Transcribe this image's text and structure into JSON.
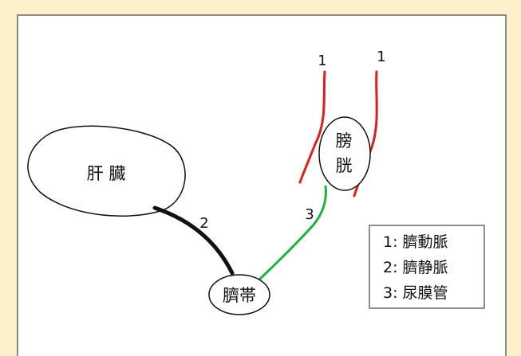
{
  "colors": {
    "background": "#FBF0C9",
    "panel": "#FFFFFF",
    "panel_border": "#444444",
    "umbilical_artery": "#E01E1E",
    "umbilical_vein": "#111111",
    "urachus": "#1EB33C"
  },
  "liver": {
    "label": "肝 臓"
  },
  "umbilicus": {
    "label": "臍帯"
  },
  "bladder": {
    "label_lines": [
      "膀",
      "胱"
    ]
  },
  "vessel_labels": {
    "artery_left": "1",
    "artery_right": "1",
    "vein": "2",
    "urachus": "3"
  },
  "legend": {
    "items": [
      "1: 臍動脈",
      "2: 臍静脈",
      "3: 尿膜管"
    ]
  }
}
